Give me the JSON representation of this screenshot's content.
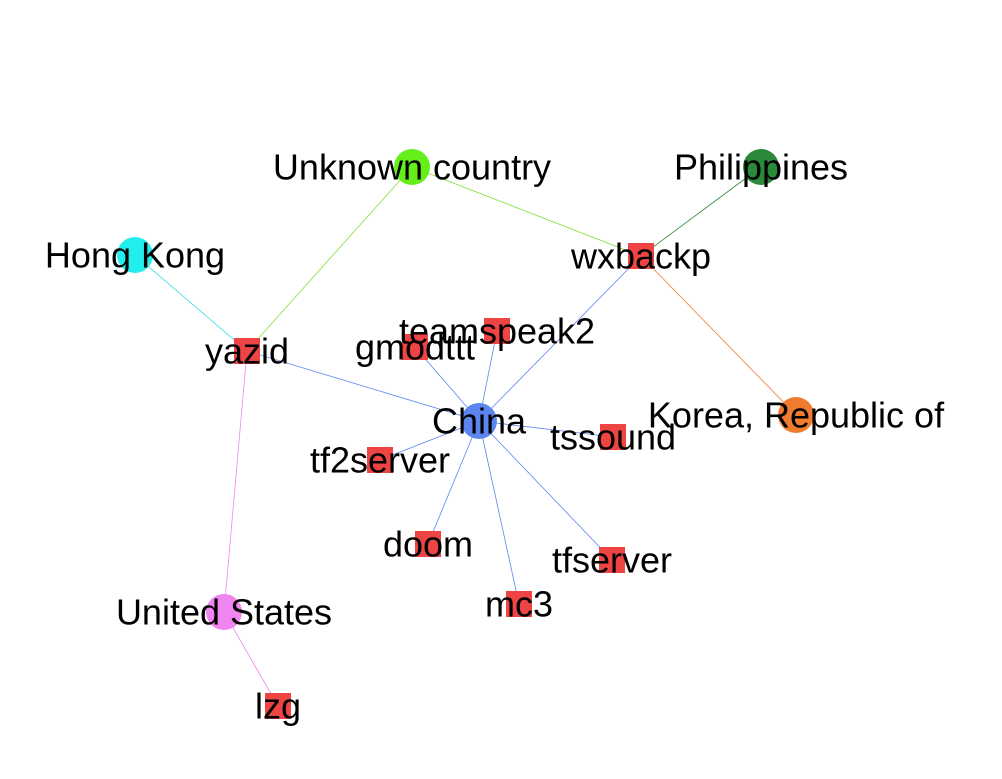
{
  "nodes": [
    {
      "id": "unknown",
      "label": "Unknown country",
      "shape": "circle",
      "color": "#66ee1a"
    },
    {
      "id": "philippines",
      "label": "Philippines",
      "shape": "circle",
      "color": "#2a8a3a"
    },
    {
      "id": "hongkong",
      "label": "Hong Kong",
      "shape": "circle",
      "color": "#22eeee"
    },
    {
      "id": "wxbackp",
      "label": "wxbackp",
      "shape": "square",
      "color": "#ee4444"
    },
    {
      "id": "teamspeak2",
      "label": "teamspeak2",
      "shape": "square",
      "color": "#ee4444"
    },
    {
      "id": "gmodttt",
      "label": "gmodttt",
      "shape": "square",
      "color": "#ee4444"
    },
    {
      "id": "yazid",
      "label": "yazid",
      "shape": "square",
      "color": "#ee4444"
    },
    {
      "id": "korea",
      "label": "Korea, Republic of",
      "shape": "circle",
      "color": "#f07a2e"
    },
    {
      "id": "china",
      "label": "China",
      "shape": "circle",
      "color": "#5b86f0"
    },
    {
      "id": "tssound",
      "label": "tssound",
      "shape": "square",
      "color": "#ee4444"
    },
    {
      "id": "tf2server",
      "label": "tf2server",
      "shape": "square",
      "color": "#ee4444"
    },
    {
      "id": "doom",
      "label": "doom",
      "shape": "square",
      "color": "#ee4444"
    },
    {
      "id": "tfserver",
      "label": "tfserver",
      "shape": "square",
      "color": "#ee4444"
    },
    {
      "id": "mc3",
      "label": "mc3",
      "shape": "square",
      "color": "#ee4444"
    },
    {
      "id": "unitedstates",
      "label": "United States",
      "shape": "circle",
      "color": "#f084f0"
    },
    {
      "id": "lzg",
      "label": "lzg",
      "shape": "square",
      "color": "#ee4444"
    }
  ],
  "edges": [
    {
      "source": "unknown",
      "target": "yazid",
      "color": "#7fe033"
    },
    {
      "source": "unknown",
      "target": "wxbackp",
      "color": "#7fe033"
    },
    {
      "source": "philippines",
      "target": "wxbackp",
      "color": "#2a8a3a"
    },
    {
      "source": "korea",
      "target": "wxbackp",
      "color": "#f07a2e"
    },
    {
      "source": "hongkong",
      "target": "yazid",
      "color": "#22dddd"
    },
    {
      "source": "unitedstates",
      "target": "yazid",
      "color": "#f084f0"
    },
    {
      "source": "unitedstates",
      "target": "lzg",
      "color": "#f084f0"
    },
    {
      "source": "china",
      "target": "yazid",
      "color": "#5b86f0"
    },
    {
      "source": "china",
      "target": "wxbackp",
      "color": "#5b86f0"
    },
    {
      "source": "china",
      "target": "teamspeak2",
      "color": "#5b86f0"
    },
    {
      "source": "china",
      "target": "gmodttt",
      "color": "#5b86f0"
    },
    {
      "source": "china",
      "target": "tssound",
      "color": "#5b86f0"
    },
    {
      "source": "china",
      "target": "tf2server",
      "color": "#5b86f0"
    },
    {
      "source": "china",
      "target": "doom",
      "color": "#5b86f0"
    },
    {
      "source": "china",
      "target": "tfserver",
      "color": "#5b86f0"
    },
    {
      "source": "china",
      "target": "mc3",
      "color": "#5b86f0"
    }
  ]
}
